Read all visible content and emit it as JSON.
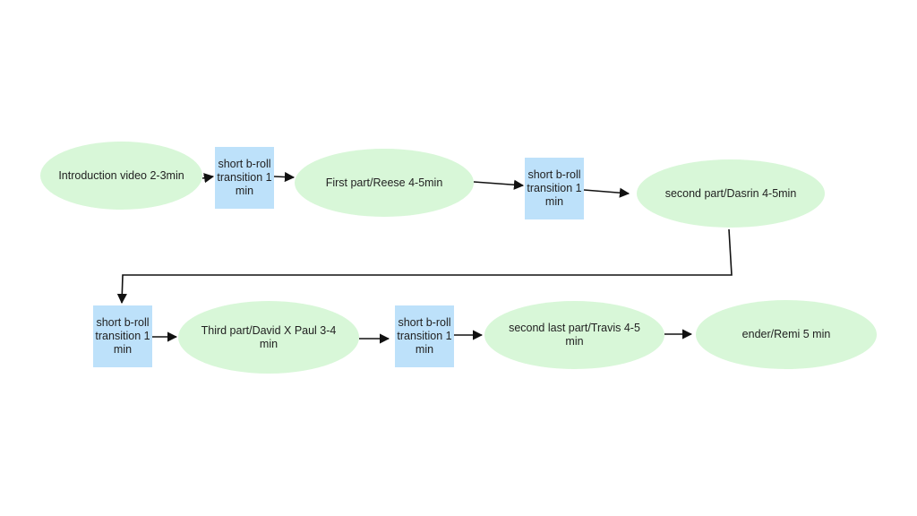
{
  "colors": {
    "ellipse_fill": "#d8f7d8",
    "rect_fill": "#bde1fa",
    "arrow": "#111111",
    "text": "#222222"
  },
  "nodes": [
    {
      "id": "intro",
      "shape": "ellipse",
      "label": "Introduction video 2-3min"
    },
    {
      "id": "broll1",
      "shape": "rect",
      "label": "short b-roll transition 1 min"
    },
    {
      "id": "first",
      "shape": "ellipse",
      "label": "First part/Reese 4-5min"
    },
    {
      "id": "broll2",
      "shape": "rect",
      "label": "short b-roll transition 1 min"
    },
    {
      "id": "second",
      "shape": "ellipse",
      "label": "second part/Dasrin 4-5min"
    },
    {
      "id": "broll3",
      "shape": "rect",
      "label": "short b-roll transition 1 min"
    },
    {
      "id": "third",
      "shape": "ellipse",
      "label": "Third part/David X Paul 3-4 min"
    },
    {
      "id": "broll4",
      "shape": "rect",
      "label": "short b-roll transition 1 min"
    },
    {
      "id": "secondlast",
      "shape": "ellipse",
      "label": "second last part/Travis 4-5 min"
    },
    {
      "id": "ender",
      "shape": "ellipse",
      "label": "ender/Remi 5 min"
    }
  ],
  "edges": [
    {
      "from": "intro",
      "to": "broll1"
    },
    {
      "from": "broll1",
      "to": "first"
    },
    {
      "from": "first",
      "to": "broll2"
    },
    {
      "from": "broll2",
      "to": "second"
    },
    {
      "from": "second",
      "to": "broll3"
    },
    {
      "from": "broll3",
      "to": "third"
    },
    {
      "from": "third",
      "to": "broll4"
    },
    {
      "from": "broll4",
      "to": "secondlast"
    },
    {
      "from": "secondlast",
      "to": "ender"
    }
  ]
}
